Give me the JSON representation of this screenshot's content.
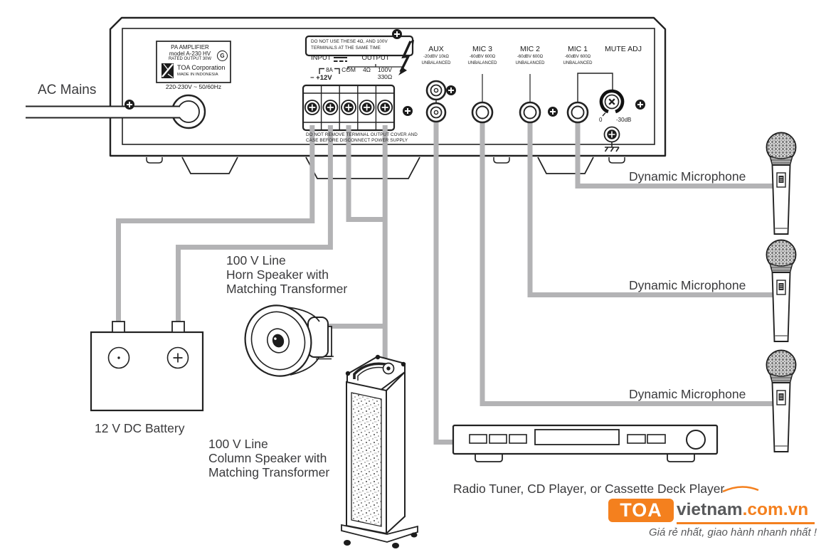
{
  "colors": {
    "line": "#222222",
    "wire": "#b3b3b5",
    "label_text": "#3a3a3c",
    "orange": "#f4801e",
    "logo_gray": "#58595b"
  },
  "amplifier": {
    "spec_label": {
      "line1": "PA AMPLIFIER",
      "line2": "model  A-230 HV",
      "line3": "RATED OUTPUT   30W",
      "mark": "G",
      "brand": "TOA Corporation",
      "origin": "MADE IN INDONESIA",
      "power": "220-230V ~  50/60Hz"
    },
    "warning_top": [
      "DO NOT USE THESE 4Ω, AND 100V",
      "TERMINALS AT THE SAME TIME"
    ],
    "input_section": {
      "label": "INPUT",
      "fuse": "8A",
      "polarity": "−  +12V"
    },
    "output_section": {
      "label": "OUTPUT",
      "terminals": [
        "COM",
        "4Ω",
        "100V"
      ],
      "impedance": "330Ω"
    },
    "warning_bottom": [
      "DO NOT REMOVE TERMINAL OUTPUT COVER AND",
      "CASE BEFORE DISCONNECT POWER SUPPLY"
    ],
    "channels": [
      {
        "name": "AUX",
        "spec": "-20dBV 10kΩ",
        "mode": "UNBALANCED"
      },
      {
        "name": "MIC 3",
        "spec": "-60dBV 600Ω",
        "mode": "UNBALANCED"
      },
      {
        "name": "MIC 2",
        "spec": "-60dBV 600Ω",
        "mode": "UNBALANCED"
      },
      {
        "name": "MIC 1",
        "spec": "-60dBV 600Ω",
        "mode": "UNBALANCED"
      }
    ],
    "mute_adj": {
      "label": "MUTE ADJ",
      "scale_min": "0",
      "scale_max": "-30dB"
    }
  },
  "connections": {
    "ac_mains": "AC Mains",
    "battery": "12 V DC Battery",
    "horn_speaker": [
      "100 V Line",
      "Horn Speaker with",
      "Matching Transformer"
    ],
    "column_speaker": [
      "100 V Line",
      "Column Speaker with",
      "Matching Transformer"
    ],
    "microphones": [
      "Dynamic Microphone",
      "Dynamic Microphone",
      "Dynamic Microphone"
    ],
    "source_device": "Radio Tuner, CD Player, or Cassette Deck Player"
  },
  "watermark": {
    "logo_box": "TOA",
    "logo_name": "vietnam",
    "logo_domain": ".com.vn",
    "tagline": "Giá rẻ nhất, giao hành nhanh nhất !"
  }
}
